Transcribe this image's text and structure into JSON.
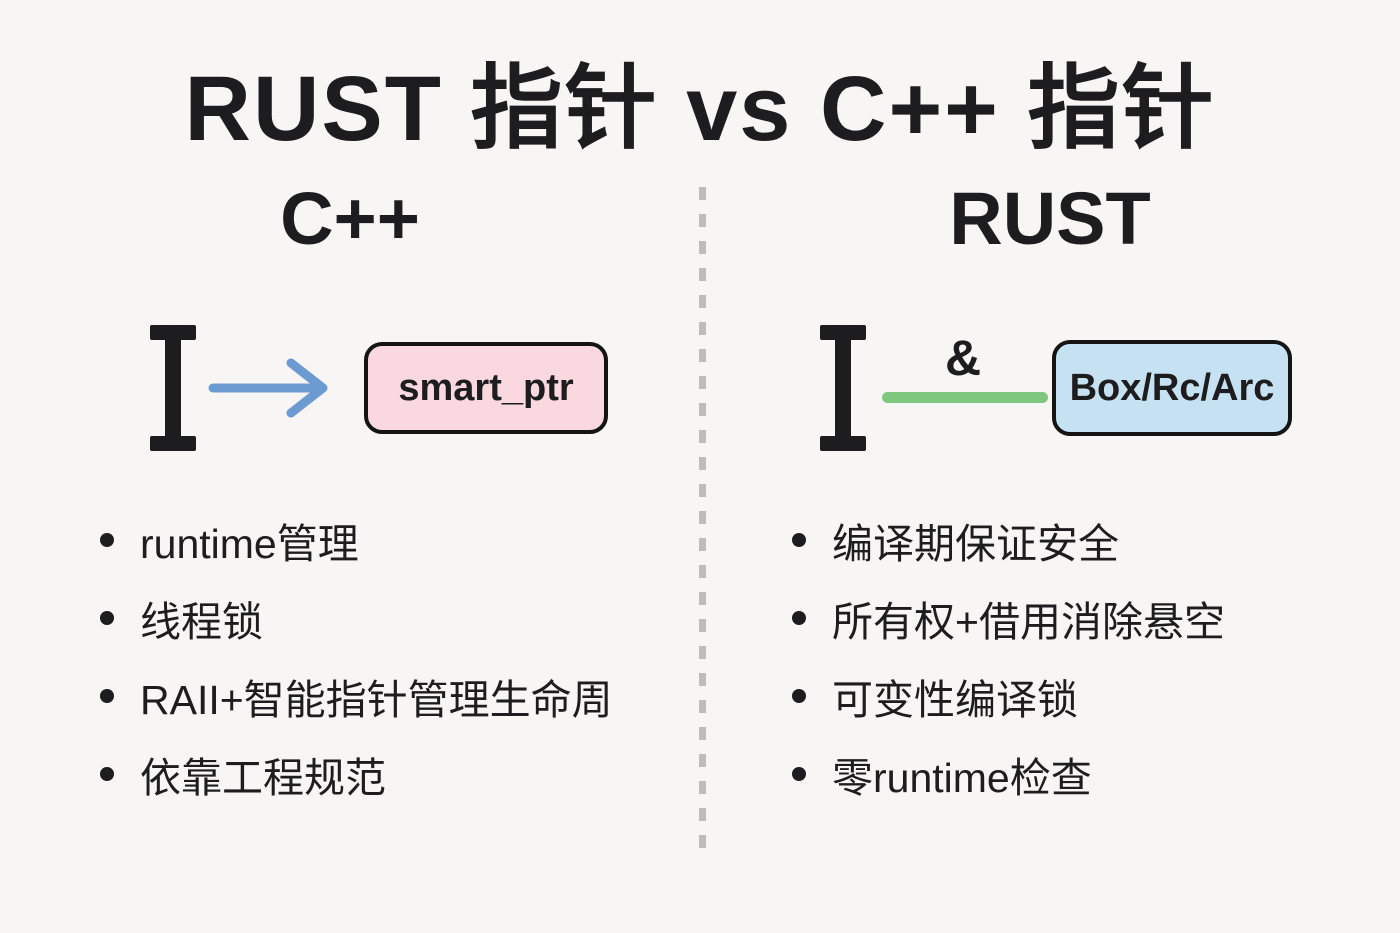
{
  "title": "RUST 指针 vs C++ 指针",
  "colors": {
    "background": "#f7f6f4",
    "ink": "#1d1d1f",
    "arrow_blue": "#6c9bd2",
    "rust_green": "#7dc87e",
    "cpp_box_fill": "#f9d8df",
    "rust_box_fill": "#c6e2f2",
    "box_border": "#141414",
    "divider": "#bdbdbd"
  },
  "icons": {
    "pointer": "i-beam-cursor",
    "cpp_connector": "arrow-right",
    "rust_connector": "green-borrow-line",
    "bullet": "dot"
  },
  "columns": {
    "cpp": {
      "heading": "C++",
      "diagram": {
        "box_label": "smart_ptr"
      },
      "bullets": [
        "runtime管理",
        "线程锁",
        "RAII+智能指针管理生命周",
        "依靠工程规范"
      ]
    },
    "rust": {
      "heading": "RUST",
      "diagram": {
        "annotation": "&",
        "box_label": "Box/Rc/Arc"
      },
      "bullets": [
        "编译期保证安全",
        "所有权+借用消除悬空",
        "可变性编译锁",
        "零runtime检查"
      ]
    }
  }
}
